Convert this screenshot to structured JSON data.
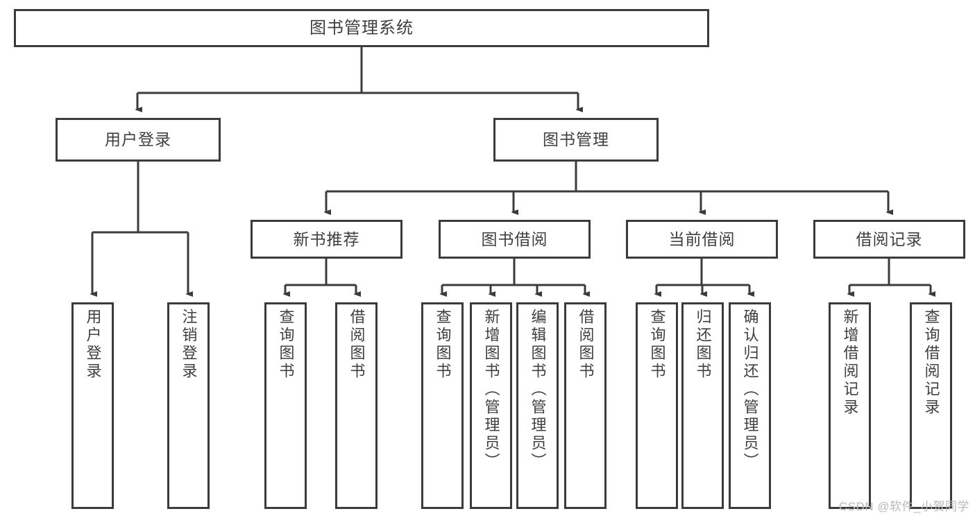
{
  "diagram": {
    "title": "图书管理系统",
    "watermark": "CSDN @软件_小贺同学",
    "colors": {
      "stroke": "#3b3b3b",
      "text": "#3f3f3f",
      "background": "#ffffff",
      "watermark": "#b9b9b9"
    },
    "root": {
      "label": "图书管理系统"
    },
    "level2": [
      {
        "label": "用户登录"
      },
      {
        "label": "图书管理"
      }
    ],
    "level3": [
      {
        "label": "新书推荐"
      },
      {
        "label": "图书借阅"
      },
      {
        "label": "当前借阅"
      },
      {
        "label": "借阅记录"
      }
    ],
    "leaves": {
      "user_login": [
        {
          "label": "用户登录"
        },
        {
          "label": "注销登录"
        }
      ],
      "new_book_recommend": [
        {
          "label": "查询图书"
        },
        {
          "label": "借阅图书"
        }
      ],
      "book_borrow": [
        {
          "label": "查询图书"
        },
        {
          "label": "新增图书（管理员）"
        },
        {
          "label": "编辑图书（管理员）"
        },
        {
          "label": "借阅图书"
        }
      ],
      "current_borrow": [
        {
          "label": "查询图书"
        },
        {
          "label": "归还图书"
        },
        {
          "label": "确认归还（管理员）"
        }
      ],
      "borrow_record": [
        {
          "label": "新增借阅记录"
        },
        {
          "label": "查询借阅记录"
        }
      ]
    }
  }
}
